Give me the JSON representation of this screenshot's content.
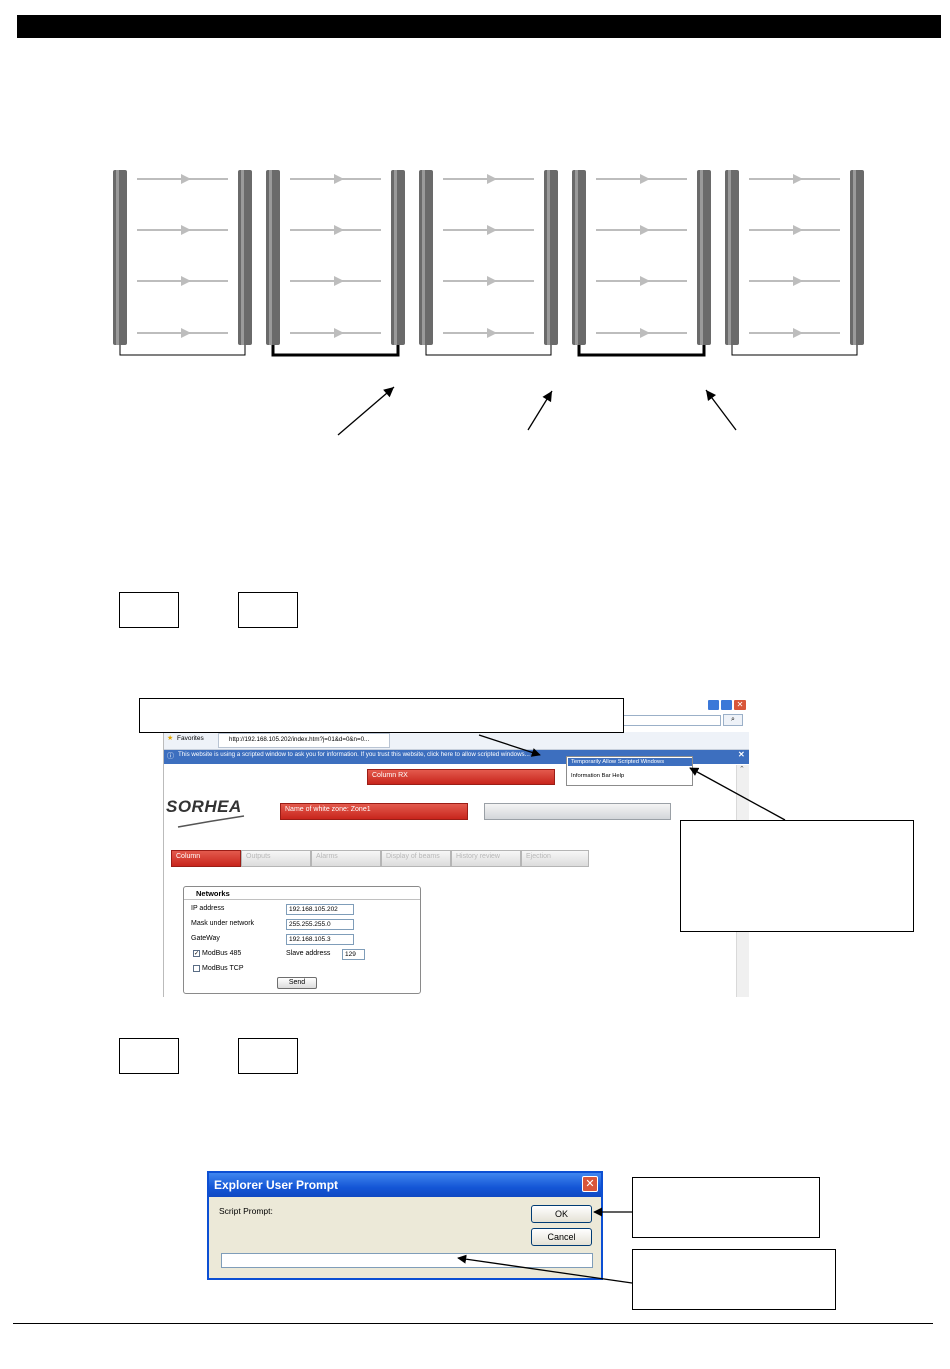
{
  "diagram": {
    "cells": 5,
    "beams_per_cell": 4,
    "colors": {
      "column": "#6a6a6a",
      "beam": "#bdbdbd",
      "link": "#000000"
    }
  },
  "browser": {
    "tab_favorites": "Favorites",
    "tab_url": "http://192.168.105.202/index.htm?j=01&d=0&n=0...",
    "infobar_text": "This website is using a scripted window to ask you for information. If you trust this website, click here to allow scripted windows...",
    "popup_items": [
      "Temporarily Allow Scripted Windows",
      "Information Bar Help"
    ],
    "column_label": "Column RX",
    "zone_label": "Name of white zone: Zone1",
    "logo_text": "SORHEA",
    "tabs": [
      "Column",
      "Outputs",
      "Alarms",
      "Display of beams",
      "History review",
      "Ejection"
    ],
    "networks": {
      "legend": "Networks",
      "ip_label": "IP address",
      "ip_value": "192.168.105.202",
      "mask_label": "Mask under network",
      "mask_value": "255.255.255.0",
      "gateway_label": "GateWay",
      "gateway_value": "192.168.105.3",
      "modbus485_label": "ModBus 485",
      "slave_label": "Slave address",
      "slave_value": "129",
      "modbustcp_label": "ModBus TCP",
      "send_label": "Send"
    },
    "colors": {
      "accent": "#c8251c",
      "infobar": "#3d6fbf"
    }
  },
  "dialog": {
    "title": "Explorer User Prompt",
    "prompt": "Script Prompt:",
    "ok_label": "OK",
    "cancel_label": "Cancel",
    "input_value": "",
    "colors": {
      "titlebar": "#1456d6"
    }
  }
}
